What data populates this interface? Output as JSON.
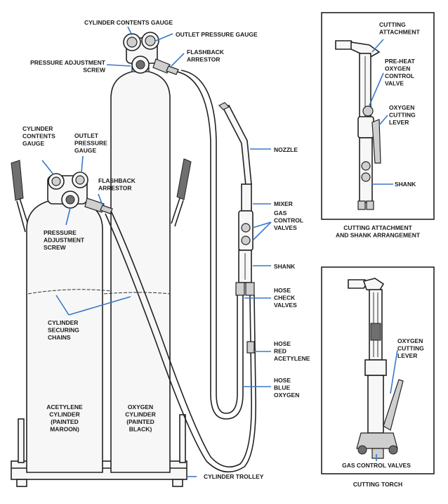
{
  "labels": {
    "oxy_contents_gauge": [
      "CYLINDER CONTENTS GAUGE"
    ],
    "oxy_outlet_gauge": [
      "OUTLET PRESSURE GAUGE"
    ],
    "oxy_pressure_screw": [
      "PRESSURE ADJUSTMENT",
      "SCREW"
    ],
    "oxy_flashback": [
      "FLASHBACK",
      "ARRESTOR"
    ],
    "ace_contents_gauge": [
      "CYLINDER",
      "CONTENTS",
      "GAUGE"
    ],
    "ace_outlet_gauge": [
      "OUTLET",
      "PRESSURE",
      "GAUGE"
    ],
    "ace_flashback": [
      "FLASHBACK",
      "ARRESTOR"
    ],
    "ace_pressure_screw": [
      "PRESSURE",
      "ADJUSTMENT",
      "SCREW"
    ],
    "chains": [
      "CYLINDER",
      "SECURING",
      "CHAINS"
    ],
    "acetylene_cylinder": [
      "ACETYLENE",
      "CYLINDER",
      "(PAINTED",
      "MAROON)"
    ],
    "oxygen_cylinder": [
      "OXYGEN",
      "CYLINDER",
      "(PAINTED",
      "BLACK)"
    ],
    "trolley": [
      "CYLINDER TROLLEY"
    ],
    "nozzle": [
      "NOZZLE"
    ],
    "mixer": [
      "MIXER"
    ],
    "gas_control_valves": [
      "GAS",
      "CONTROL",
      "VALVES"
    ],
    "shank": [
      "SHANK"
    ],
    "hose_check_valves": [
      "HOSE",
      "CHECK",
      "VALVES"
    ],
    "hose_red": [
      "HOSE",
      "RED",
      "ACETYLENE"
    ],
    "hose_blue": [
      "HOSE",
      "BLUE",
      "OXYGEN"
    ],
    "cutting_attachment": [
      "CUTTING",
      "ATTACHMENT"
    ],
    "preheat_valve": [
      "PRE-HEAT",
      "OXYGEN",
      "CONTROL",
      "VALVE"
    ],
    "oxygen_cutting_lever_top": [
      "OXYGEN",
      "CUTTING",
      "LEVER"
    ],
    "shank_top": [
      "SHANK"
    ],
    "caption_top": [
      "CUTTING ATTACHMENT",
      "AND SHANK ARRANGEMENT"
    ],
    "oxygen_cutting_lever_bottom": [
      "OXYGEN",
      "CUTTING",
      "LEVER"
    ],
    "gas_control_valves_bottom": [
      "GAS CONTROL VALVES"
    ],
    "caption_bottom": [
      "CUTTING TORCH"
    ]
  },
  "colors": {
    "leader": "#3a78c7",
    "ink": "#222222"
  }
}
